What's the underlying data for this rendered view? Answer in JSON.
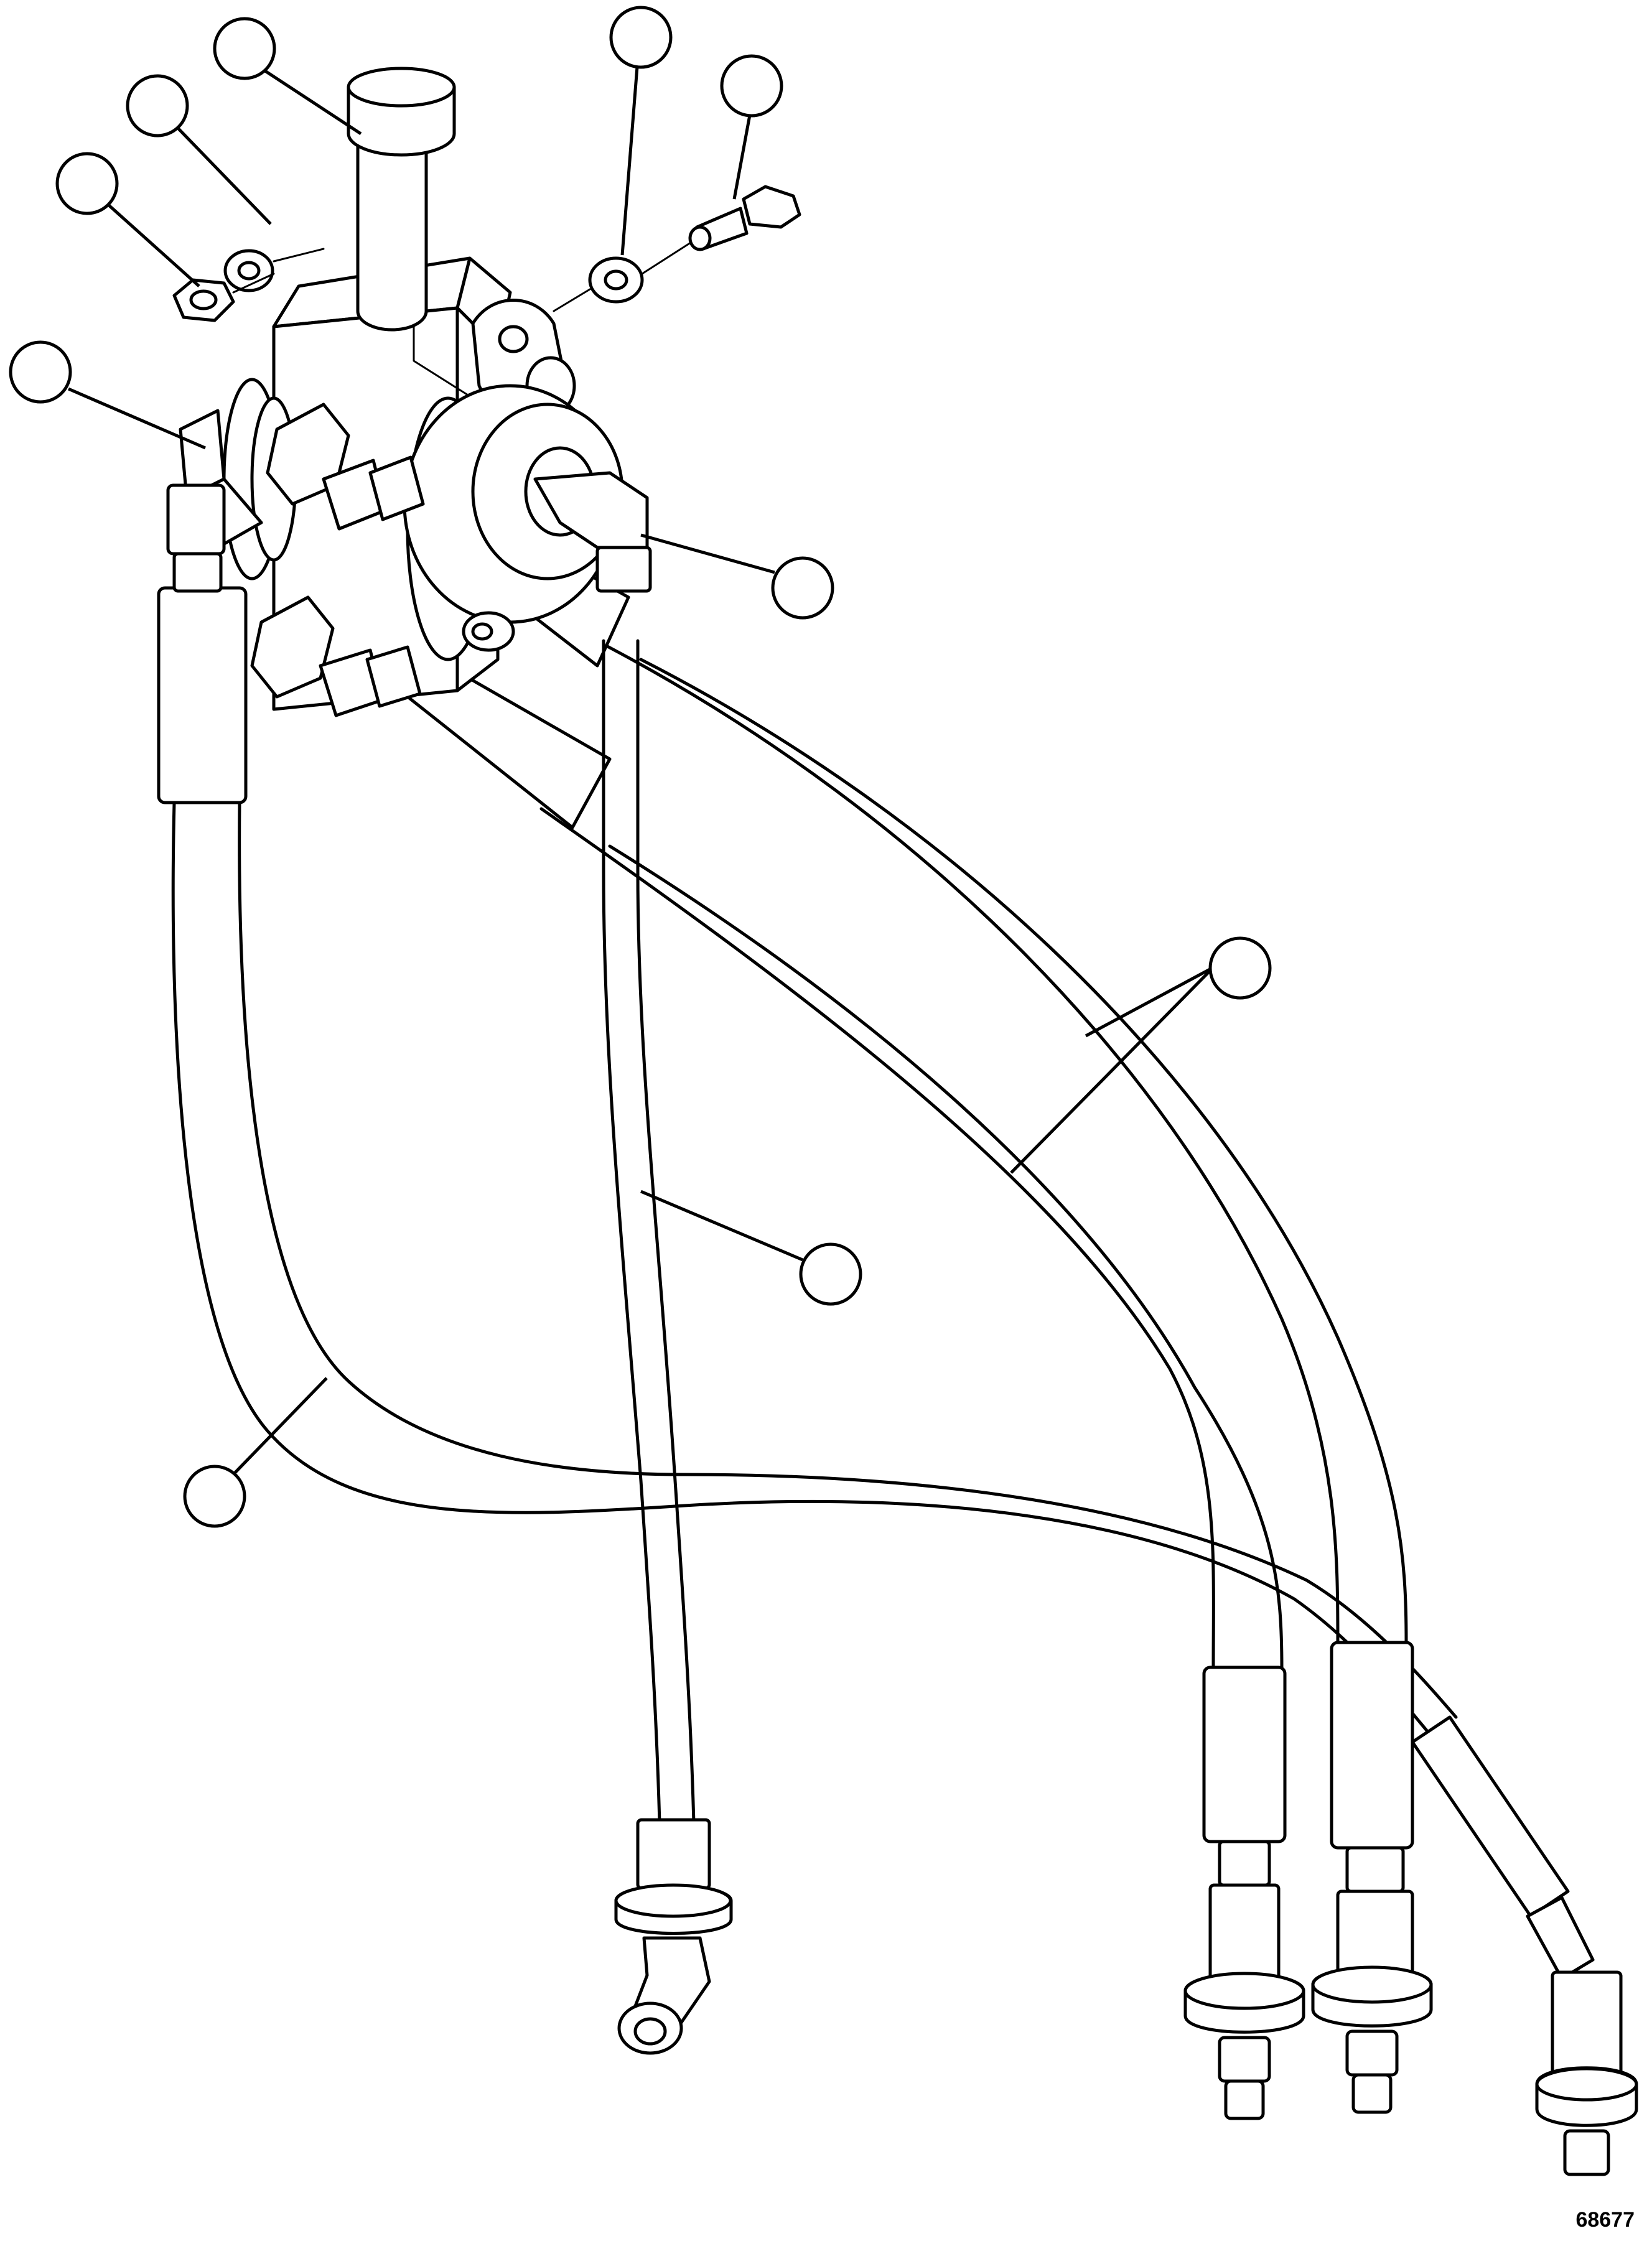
{
  "figure": {
    "id": "68677"
  },
  "callouts": [
    {
      "name": "callout-cap"
    },
    {
      "name": "callout-washer-left"
    },
    {
      "name": "callout-nut"
    },
    {
      "name": "callout-washer-right"
    },
    {
      "name": "callout-bolt"
    },
    {
      "name": "callout-elbow-left"
    },
    {
      "name": "callout-elbow-right"
    },
    {
      "name": "callout-hose-pair"
    },
    {
      "name": "callout-tube"
    },
    {
      "name": "callout-hose-left"
    }
  ]
}
